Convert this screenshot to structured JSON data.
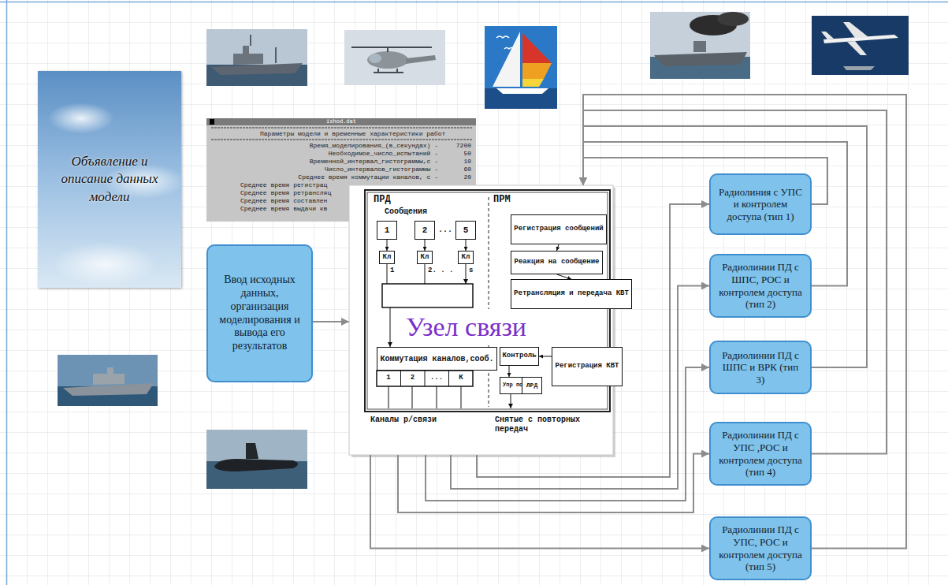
{
  "diagram": {
    "nodes": [
      {
        "text": [
          "Объявление и описание данных модели"
        ]
      },
      {
        "text": [
          "Ввод исходных данных, организация моделирования и вывода его результатов"
        ]
      },
      {
        "text": [
          "Узел связи"
        ]
      },
      {
        "text": [
          "1"
        ],
        "in": 2
      },
      {
        "text": [
          "2"
        ],
        "in": 2
      },
      {
        "text": [
          "5"
        ],
        "in": 2
      },
      {
        "text": [
          "Кл"
        ],
        "in": 2
      },
      {
        "text": [
          "Кл"
        ],
        "in": 2
      },
      {
        "text": [
          "Кл"
        ],
        "in": 2
      },
      {
        "text": [
          "Регистрация сообщений"
        ],
        "in": 2
      },
      {
        "text": [
          "Реакция на сообщение"
        ],
        "in": 2
      },
      {
        "text": [
          "Ретрансляция и передача КВТ"
        ],
        "in": 2
      },
      {
        "text": [
          "Коммутация каналов,сооб."
        ],
        "in": 2
      },
      {
        "text": [
          "Контроль"
        ],
        "in": 2
      },
      {
        "text": [
          "Регистрация КВТ"
        ],
        "in": 2
      },
      {
        "text": [
          "Упр повт."
        ],
        "in": 2
      },
      {
        "text": [
          "ЛРД"
        ],
        "in": 2
      },
      {
        "text": [
          "Радиолиния с УПС и контролем доступа (тип 1)"
        ]
      },
      {
        "text": [
          "Радиолинии ПД с ШПС, РОС и контролем доступа (тип 2)"
        ]
      },
      {
        "text": [
          "Радиолинии ПД с ШПС и ВРК (тип 3)"
        ]
      },
      {
        "text": [
          "Радиолинии ПД с УПС ,РОС и контролем доступа (тип 4)"
        ]
      },
      {
        "text": [
          "Радиолинии ПД с УПС, РОС и контролем доступа (тип 5)"
        ]
      }
    ],
    "edges": [
      {
        "from": 1,
        "to": 2,
        "arrow": "to"
      },
      {
        "from": 2,
        "to": 17,
        "arrow": "to"
      },
      {
        "from": 2,
        "to": 18,
        "arrow": "to"
      },
      {
        "from": 2,
        "to": 19,
        "arrow": "to"
      },
      {
        "from": 2,
        "to": 20,
        "arrow": "to"
      },
      {
        "from": 2,
        "to": 21,
        "arrow": "to"
      },
      {
        "from": 17,
        "to": 2,
        "arrow": "to"
      },
      {
        "from": 18,
        "to": 2,
        "arrow": "to"
      },
      {
        "from": 19,
        "to": 2,
        "arrow": "to"
      },
      {
        "from": 20,
        "to": 2,
        "arrow": "to"
      },
      {
        "from": 21,
        "to": 2,
        "arrow": "to"
      },
      {
        "from": 3,
        "to": 6,
        "arrow": "to"
      },
      {
        "from": 4,
        "to": 7,
        "arrow": "to"
      },
      {
        "from": 5,
        "to": 8,
        "arrow": "to"
      },
      {
        "from": 9,
        "to": 10,
        "arrow": "to"
      },
      {
        "from": 10,
        "to": 11,
        "arrow": "to"
      },
      {
        "from": 14,
        "to": 13,
        "arrow": "to"
      },
      {
        "from": 13,
        "to": 15,
        "arrow": "to"
      }
    ],
    "labels": [
      "ishod.dat",
      "Параметры модели и временные характеристики работ",
      "Время_моделирования_(в_секундах) -",
      "7200",
      "Необходимое_число_испытаний -",
      "50",
      "Временной_интервал_гистограммы,с -",
      "10",
      "Число_интервалов_гистограммы -",
      "60",
      "Среднее время коммутации каналов, с -",
      "20",
      "Среднее время регистрац",
      "Среднее время ретрансляц",
      "Среднее время составлен",
      "Среднее время выдачи кв",
      "ПРД",
      "ПРМ",
      "Сообщения",
      "...",
      "1",
      "2. . .",
      "s",
      "1",
      "2",
      "...",
      "К",
      "Каналы р/связи",
      "Снятые с повторных передач"
    ]
  }
}
